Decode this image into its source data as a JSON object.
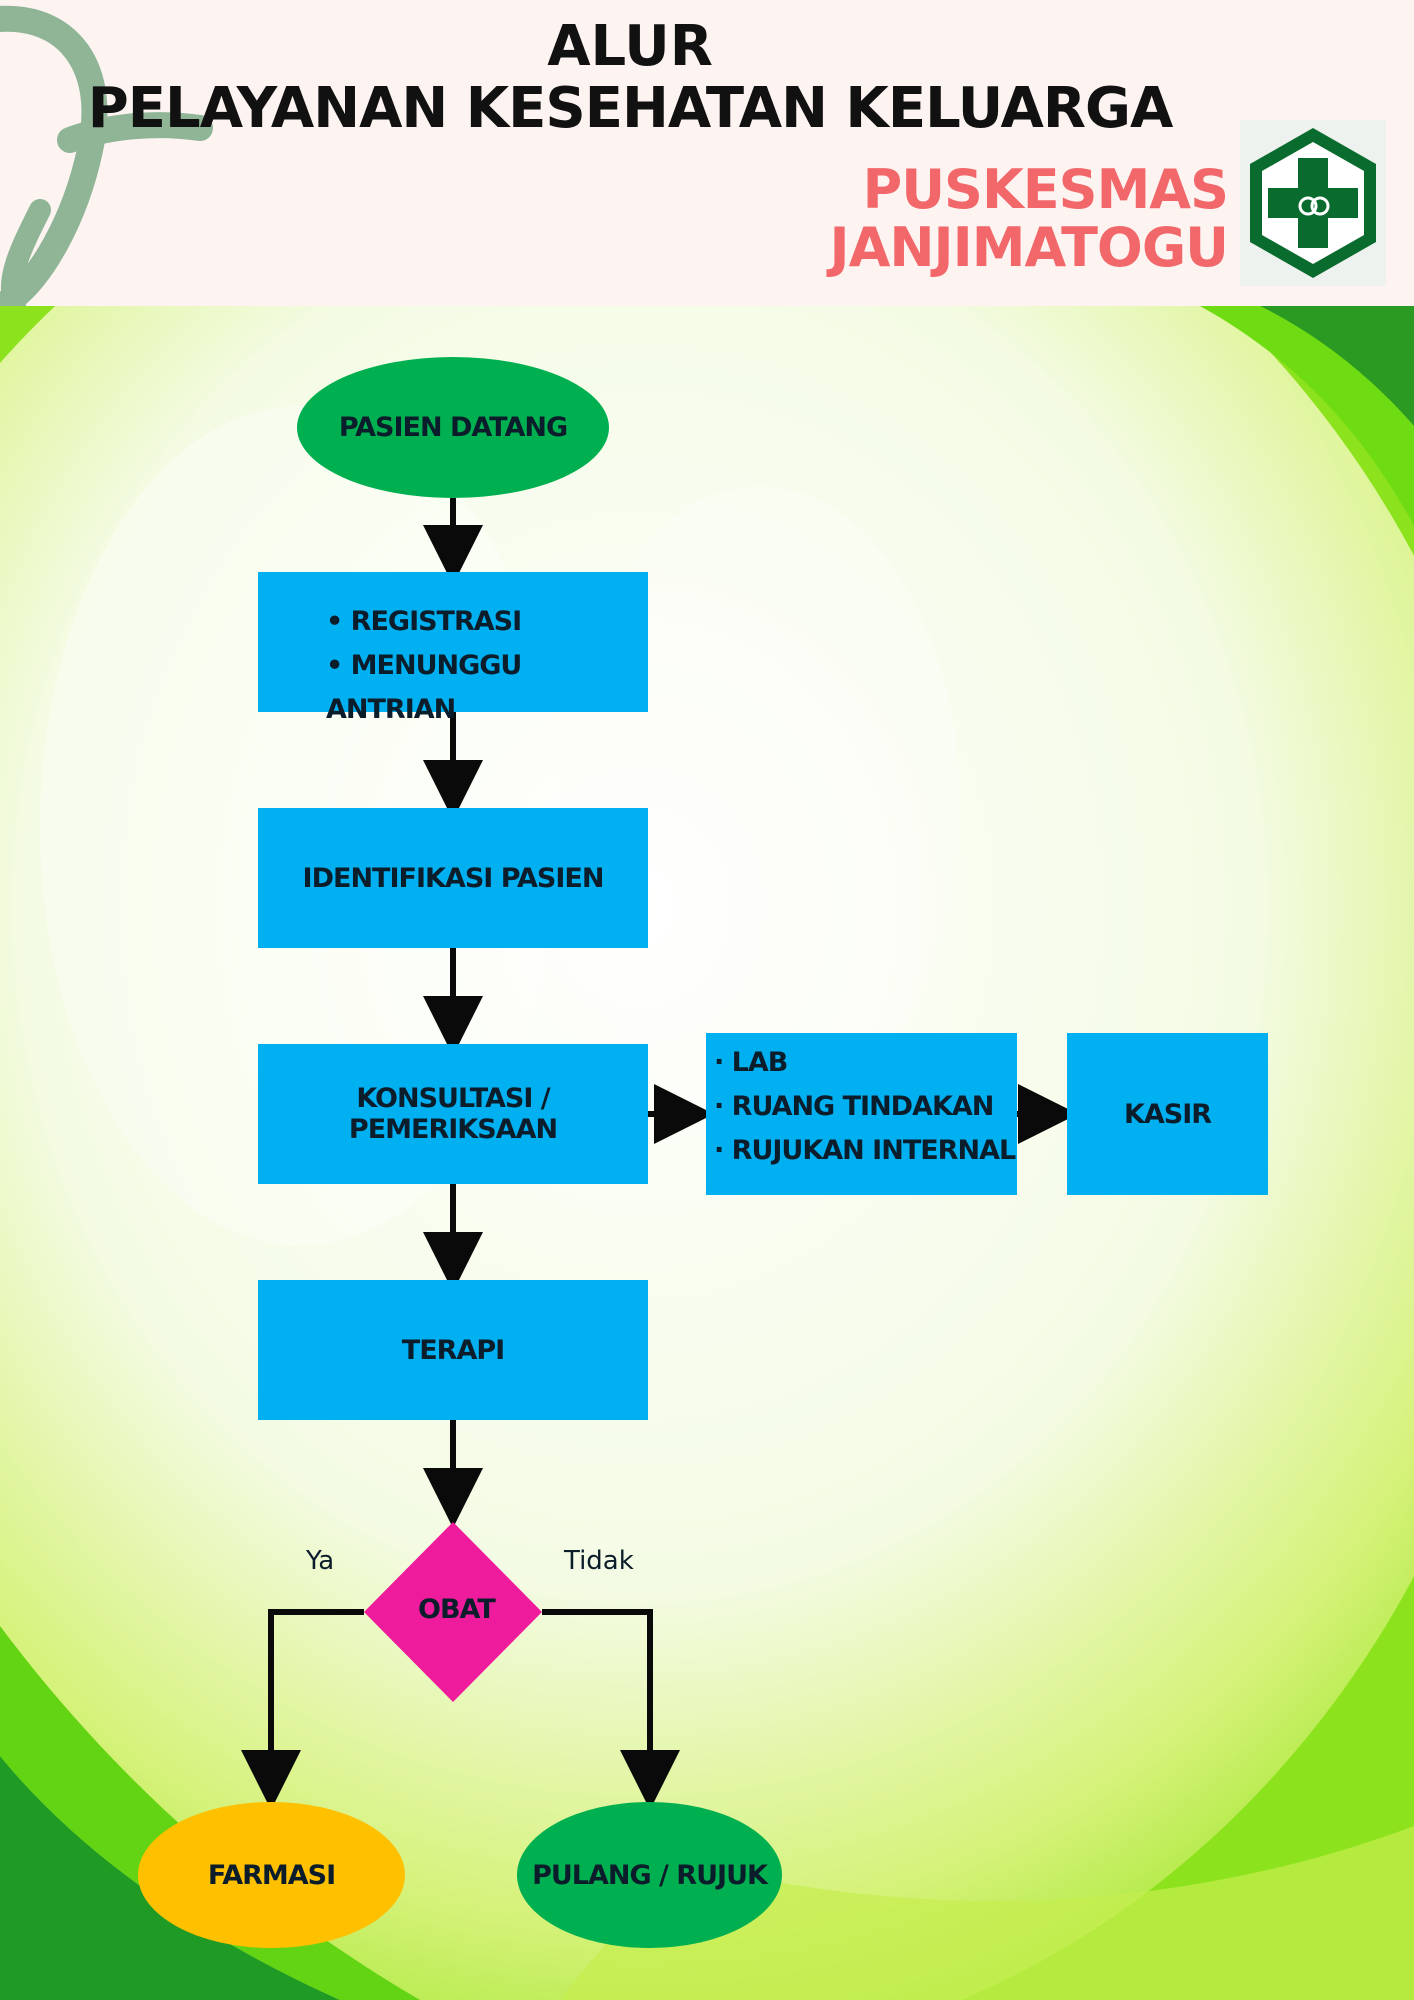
{
  "header": {
    "line1": "ALUR",
    "line2": "PELAYANAN KESEHATAN KELUARGA",
    "org_line1": "PUSKESMAS",
    "org_line2": "JANJIMATOGU"
  },
  "logo": {
    "icon": "puskesmas-logo-icon",
    "colors": {
      "green": "#0a6b2e",
      "white": "#ffffff"
    }
  },
  "flow": {
    "start": "PASIEN DATANG",
    "step1": [
      "REGISTRASI",
      "MENUNGGU ANTRIAN"
    ],
    "step2": "IDENTIFIKASI PASIEN",
    "step3": "KONSULTASI / PEMERIKSAAN",
    "side": [
      "LAB",
      "RUANG TINDAKAN",
      "RUJUKAN INTERNAL"
    ],
    "cashier": "KASIR",
    "step4": "TERAPI",
    "decision": "OBAT",
    "yes_label": "Ya",
    "no_label": "Tidak",
    "end_yes": "FARMASI",
    "end_no": "PULANG / RUJUK"
  },
  "colors": {
    "process": "#00b0f0",
    "terminal_green": "#00b050",
    "terminal_orange": "#ffc000",
    "decision": "#ee1c9c",
    "title_accent": "#f2676a",
    "background_green": "#7ee01a"
  }
}
